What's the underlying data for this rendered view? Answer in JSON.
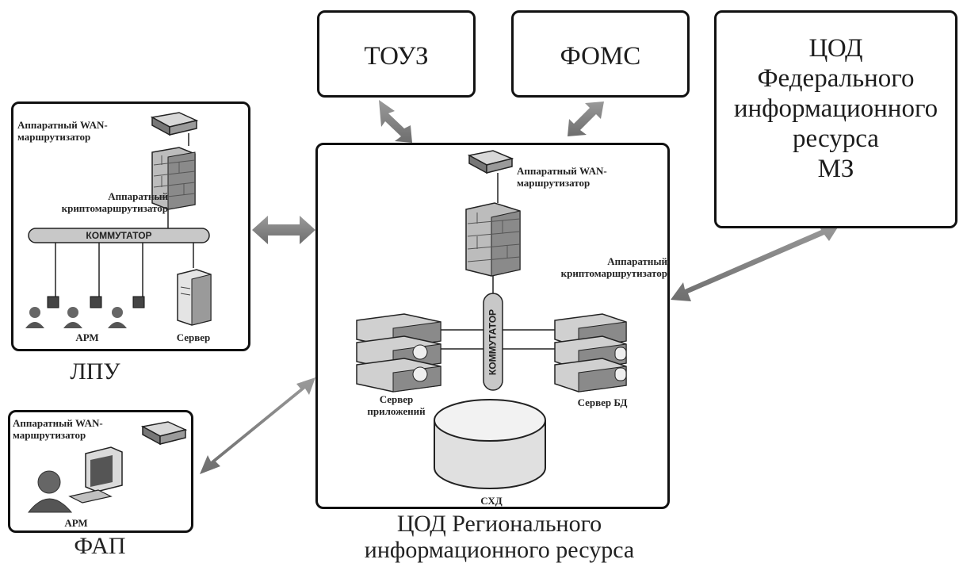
{
  "top_boxes": {
    "touz": "ТОУЗ",
    "foms": "ФОМС",
    "cod_fed": [
      "ЦОД",
      "Федерального",
      "информационного",
      "ресурса",
      "МЗ"
    ]
  },
  "lpu": {
    "router_label": [
      "Аппаратный WAN-",
      "маршрутизатор"
    ],
    "crypto_label": [
      "Аппаратный",
      "криптомаршрутизатор"
    ],
    "switch_label": "КОММУТАТОР",
    "arm_label": "АРМ",
    "server_label": "Сервер",
    "caption": "ЛПУ"
  },
  "fap": {
    "router_label": [
      "Аппаратный WAN-",
      "маршрутизатор"
    ],
    "arm_label": "АРМ",
    "caption": "ФАП"
  },
  "regional": {
    "router_label": [
      "Аппаратный WAN-",
      "маршрутизатор"
    ],
    "crypto_label": [
      "Аппаратный",
      "криптомаршрутизатор"
    ],
    "switch_label": "КОММУТАТОР",
    "app_server_label": [
      "Сервер",
      "приложений"
    ],
    "db_server_label": "Сервер БД",
    "storage_label": "СХД",
    "caption": [
      "ЦОД Регионального",
      "информационного ресурса"
    ]
  }
}
